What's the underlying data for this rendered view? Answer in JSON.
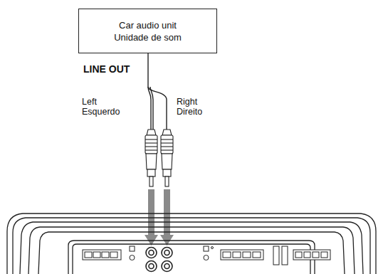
{
  "diagram": {
    "nodes": [
      {
        "text": [
          "Car audio unit",
          "Unidade de som"
        ]
      }
    ],
    "labels": [
      "LINE OUT",
      "Left",
      "Esquerdo",
      "Right",
      "Direito"
    ]
  }
}
